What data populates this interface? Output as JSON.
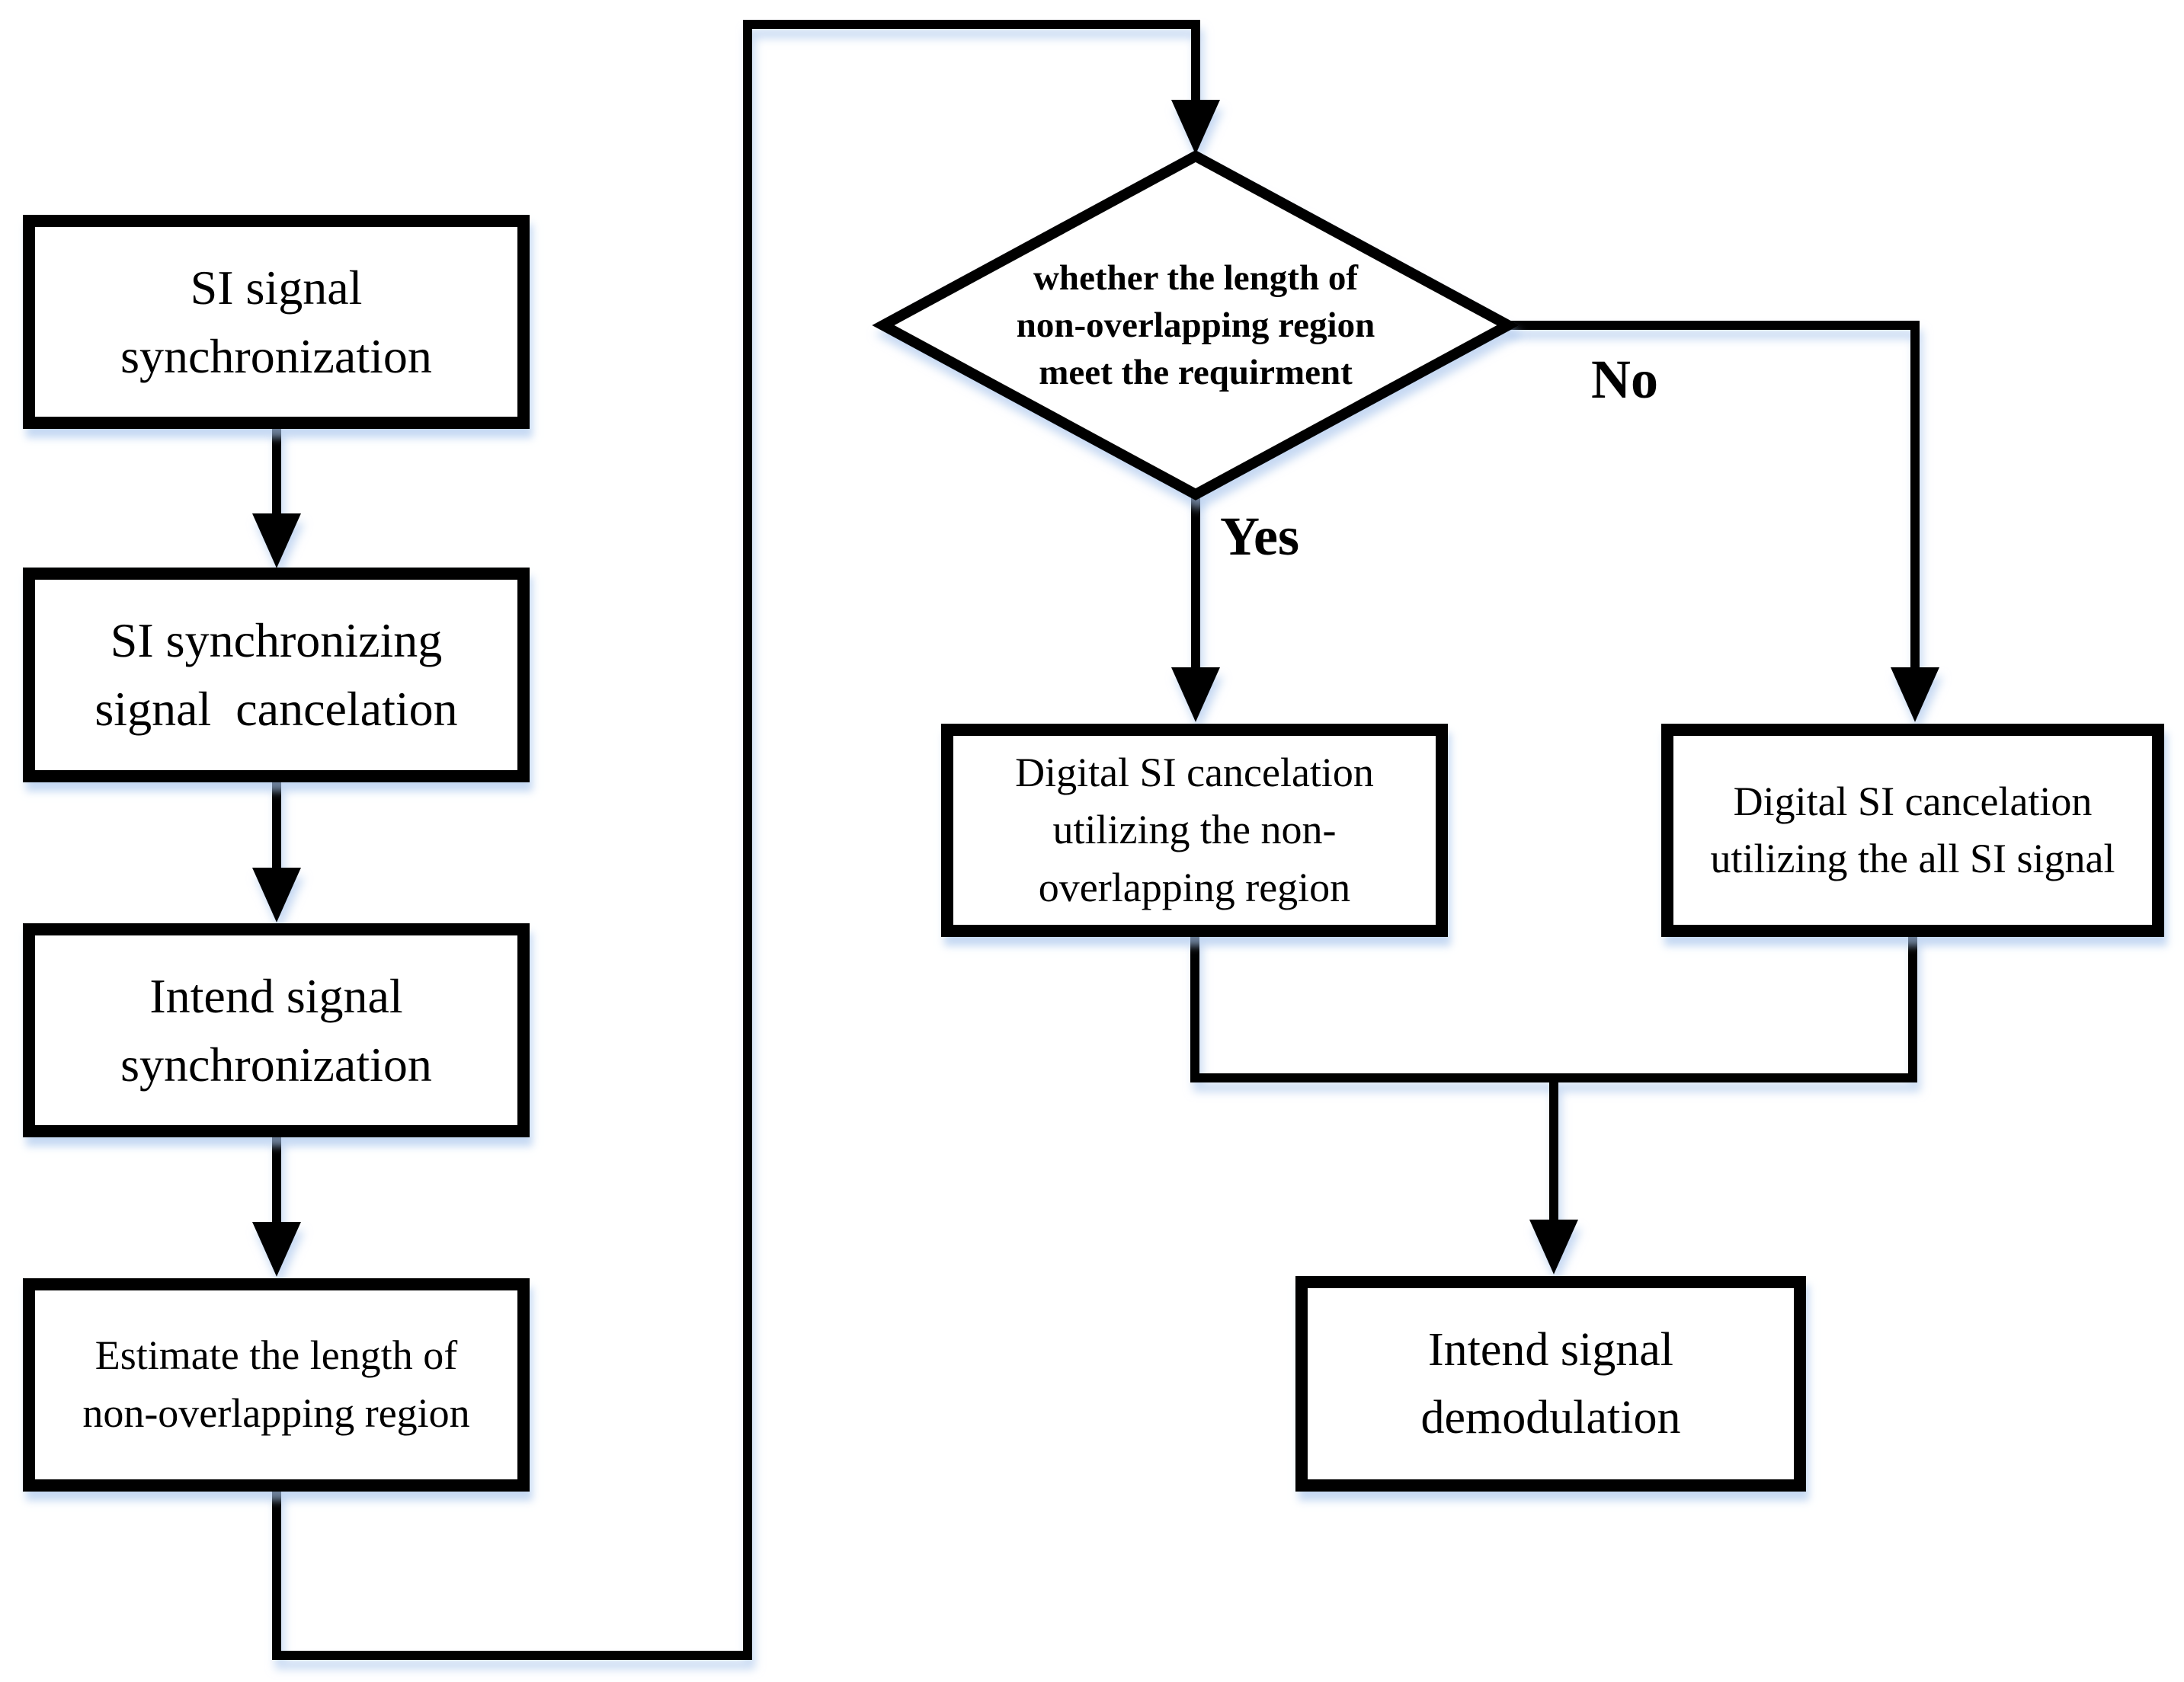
{
  "diagram": {
    "type": "flowchart",
    "nodes": {
      "si_signal_sync": {
        "label": "SI signal\nsynchronization",
        "shape": "rectangle"
      },
      "si_sync_signal_cancel": {
        "label": "SI synchronizing\nsignal  cancelation",
        "shape": "rectangle"
      },
      "intend_signal_sync": {
        "label": "Intend signal\nsynchronization",
        "shape": "rectangle"
      },
      "estimate_length": {
        "label": "Estimate the length of\nnon-overlapping region",
        "shape": "rectangle"
      },
      "decision": {
        "label": "whether the length of\nnon-overlapping region\nmeet the requirment",
        "shape": "diamond"
      },
      "cancel_non_overlap": {
        "label": "Digital SI cancelation\nutilizing the non-\noverlapping region",
        "shape": "rectangle"
      },
      "cancel_all_si": {
        "label": "Digital SI cancelation\nutilizing the all SI signal",
        "shape": "rectangle"
      },
      "intend_signal_demod": {
        "label": "Intend signal\ndemodulation",
        "shape": "rectangle"
      }
    },
    "edges": {
      "yes": "Yes",
      "no": "No"
    },
    "colors": {
      "line": "#000000",
      "box_fill": "#ffffff",
      "background": "#ffffff",
      "shadow": "#a8c5ec"
    }
  }
}
